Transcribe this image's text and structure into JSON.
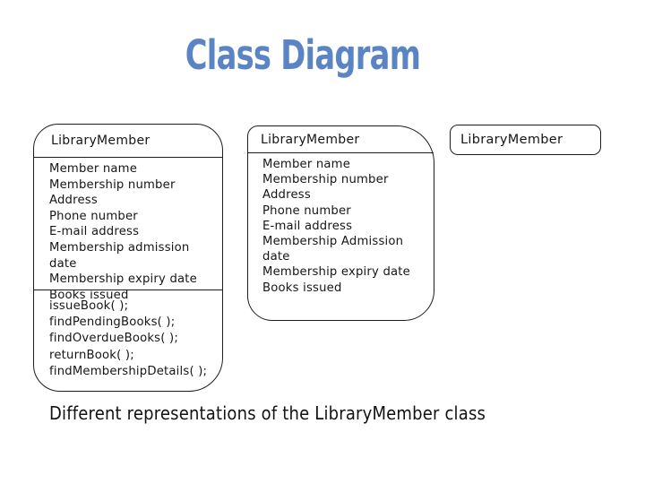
{
  "slide": {
    "title": "Class Diagram",
    "title_color": "#5b84c4",
    "caption": "Different representations of the LibraryMember class"
  },
  "diagram": {
    "full_class": {
      "name": "LibraryMember",
      "attributes": [
        "Member name",
        "Membership number",
        "Address",
        "Phone number",
        "E-mail address",
        "Membership admission date",
        "Membership expiry date",
        "Books issued"
      ],
      "methods": [
        "issueBook( );",
        "findPendingBooks( );",
        "findOverdueBooks( );",
        "returnBook( );",
        "findMembershipDetails( );"
      ]
    },
    "attributes_class": {
      "name": "LibraryMember",
      "attributes": [
        "Member name",
        "Membership number",
        "Address",
        "Phone number",
        "E-mail address",
        "Membership Admission date",
        "Membership expiry date",
        "Books issued"
      ]
    },
    "name_class": {
      "name": "LibraryMember"
    }
  }
}
